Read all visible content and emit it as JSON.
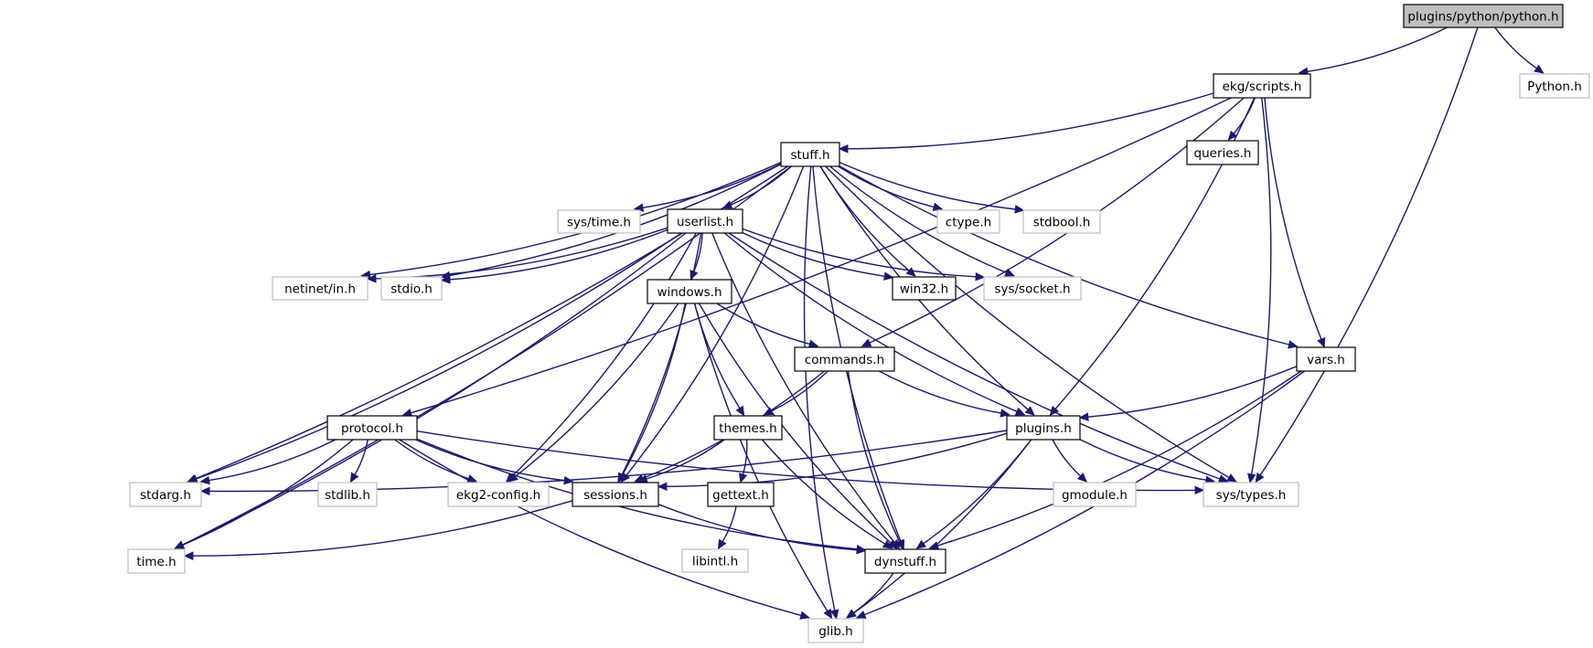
{
  "graph": {
    "root": "plugins/python/python.h",
    "nodes": [
      {
        "id": "python",
        "label": "plugins/python/python.h",
        "kind": "root"
      },
      {
        "id": "scripts",
        "label": "ekg/scripts.h",
        "kind": "internal"
      },
      {
        "id": "Python",
        "label": "Python.h",
        "kind": "external"
      },
      {
        "id": "stuff",
        "label": "stuff.h",
        "kind": "internal"
      },
      {
        "id": "queries",
        "label": "queries.h",
        "kind": "internal"
      },
      {
        "id": "systime",
        "label": "sys/time.h",
        "kind": "external"
      },
      {
        "id": "userlist",
        "label": "userlist.h",
        "kind": "internal"
      },
      {
        "id": "ctype",
        "label": "ctype.h",
        "kind": "external"
      },
      {
        "id": "stdbool",
        "label": "stdbool.h",
        "kind": "external"
      },
      {
        "id": "netinet",
        "label": "netinet/in.h",
        "kind": "external"
      },
      {
        "id": "stdio",
        "label": "stdio.h",
        "kind": "external"
      },
      {
        "id": "win32",
        "label": "win32.h",
        "kind": "internal"
      },
      {
        "id": "socket",
        "label": "sys/socket.h",
        "kind": "external"
      },
      {
        "id": "windows",
        "label": "windows.h",
        "kind": "internal"
      },
      {
        "id": "commands",
        "label": "commands.h",
        "kind": "internal"
      },
      {
        "id": "vars",
        "label": "vars.h",
        "kind": "internal"
      },
      {
        "id": "protocol",
        "label": "protocol.h",
        "kind": "internal"
      },
      {
        "id": "themes",
        "label": "themes.h",
        "kind": "internal"
      },
      {
        "id": "plugins",
        "label": "plugins.h",
        "kind": "internal"
      },
      {
        "id": "stdarg",
        "label": "stdarg.h",
        "kind": "external"
      },
      {
        "id": "stdlib",
        "label": "stdlib.h",
        "kind": "external"
      },
      {
        "id": "ekg2config",
        "label": "ekg2-config.h",
        "kind": "external"
      },
      {
        "id": "sessions",
        "label": "sessions.h",
        "kind": "internal"
      },
      {
        "id": "gettext",
        "label": "gettext.h",
        "kind": "internal"
      },
      {
        "id": "gmodule",
        "label": "gmodule.h",
        "kind": "external"
      },
      {
        "id": "systypes",
        "label": "sys/types.h",
        "kind": "external"
      },
      {
        "id": "timeh",
        "label": "time.h",
        "kind": "external"
      },
      {
        "id": "libintl",
        "label": "libintl.h",
        "kind": "external"
      },
      {
        "id": "dynstuff",
        "label": "dynstuff.h",
        "kind": "internal"
      },
      {
        "id": "glib",
        "label": "glib.h",
        "kind": "external"
      }
    ],
    "edges": [
      [
        "python",
        "scripts"
      ],
      [
        "python",
        "Python"
      ],
      [
        "python",
        "systypes"
      ],
      [
        "scripts",
        "stuff"
      ],
      [
        "scripts",
        "queries"
      ],
      [
        "scripts",
        "commands"
      ],
      [
        "scripts",
        "vars"
      ],
      [
        "scripts",
        "plugins"
      ],
      [
        "scripts",
        "protocol"
      ],
      [
        "scripts",
        "systypes"
      ],
      [
        "stuff",
        "userlist"
      ],
      [
        "stuff",
        "systime"
      ],
      [
        "stuff",
        "ctype"
      ],
      [
        "stuff",
        "stdbool"
      ],
      [
        "stuff",
        "netinet"
      ],
      [
        "stuff",
        "stdio"
      ],
      [
        "stuff",
        "win32"
      ],
      [
        "stuff",
        "socket"
      ],
      [
        "stuff",
        "stdarg"
      ],
      [
        "stuff",
        "timeh"
      ],
      [
        "stuff",
        "glib"
      ],
      [
        "stuff",
        "sessions"
      ],
      [
        "stuff",
        "plugins"
      ],
      [
        "stuff",
        "vars"
      ],
      [
        "stuff",
        "systypes"
      ],
      [
        "stuff",
        "dynstuff"
      ],
      [
        "userlist",
        "netinet"
      ],
      [
        "userlist",
        "stdio"
      ],
      [
        "userlist",
        "win32"
      ],
      [
        "userlist",
        "socket"
      ],
      [
        "userlist",
        "windows"
      ],
      [
        "userlist",
        "stdarg"
      ],
      [
        "userlist",
        "timeh"
      ],
      [
        "userlist",
        "ekg2config"
      ],
      [
        "userlist",
        "sessions"
      ],
      [
        "userlist",
        "plugins"
      ],
      [
        "userlist",
        "systypes"
      ],
      [
        "userlist",
        "dynstuff"
      ],
      [
        "windows",
        "commands"
      ],
      [
        "windows",
        "themes"
      ],
      [
        "windows",
        "sessions"
      ],
      [
        "windows",
        "ekg2config"
      ],
      [
        "windows",
        "dynstuff"
      ],
      [
        "windows",
        "glib"
      ],
      [
        "commands",
        "themes"
      ],
      [
        "commands",
        "plugins"
      ],
      [
        "commands",
        "sessions"
      ],
      [
        "commands",
        "dynstuff"
      ],
      [
        "vars",
        "plugins"
      ],
      [
        "vars",
        "dynstuff"
      ],
      [
        "vars",
        "glib"
      ],
      [
        "protocol",
        "stdarg"
      ],
      [
        "protocol",
        "stdlib"
      ],
      [
        "protocol",
        "ekg2config"
      ],
      [
        "protocol",
        "sessions"
      ],
      [
        "protocol",
        "systypes"
      ],
      [
        "protocol",
        "timeh"
      ],
      [
        "protocol",
        "dynstuff"
      ],
      [
        "protocol",
        "glib"
      ],
      [
        "themes",
        "sessions"
      ],
      [
        "themes",
        "gettext"
      ],
      [
        "themes",
        "dynstuff"
      ],
      [
        "plugins",
        "stdarg"
      ],
      [
        "plugins",
        "sessions"
      ],
      [
        "plugins",
        "gmodule"
      ],
      [
        "plugins",
        "systypes"
      ],
      [
        "plugins",
        "dynstuff"
      ],
      [
        "plugins",
        "glib"
      ],
      [
        "sessions",
        "timeh"
      ],
      [
        "sessions",
        "dynstuff"
      ],
      [
        "gettext",
        "libintl"
      ],
      [
        "dynstuff",
        "glib"
      ]
    ]
  },
  "colors": {
    "edge": "#191970",
    "internal_border": "#000000",
    "external_border": "#bfbfbf",
    "root_fill": "#bfbfbf"
  }
}
